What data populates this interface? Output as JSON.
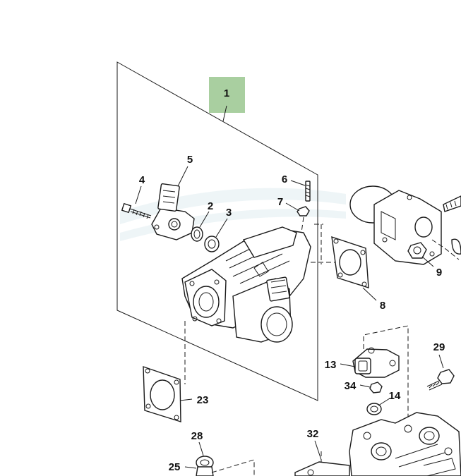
{
  "diagram": {
    "highlight_color": "#a9cfa0",
    "callouts": [
      {
        "id": "c1",
        "label": "1"
      },
      {
        "id": "c2",
        "label": "2"
      },
      {
        "id": "c3",
        "label": "3"
      },
      {
        "id": "c4",
        "label": "4"
      },
      {
        "id": "c5",
        "label": "5"
      },
      {
        "id": "c6",
        "label": "6"
      },
      {
        "id": "c7",
        "label": "7"
      },
      {
        "id": "c8",
        "label": "8"
      },
      {
        "id": "c9",
        "label": "9"
      },
      {
        "id": "c13",
        "label": "13"
      },
      {
        "id": "c14",
        "label": "14"
      },
      {
        "id": "c23",
        "label": "23"
      },
      {
        "id": "c25",
        "label": "25"
      },
      {
        "id": "c28",
        "label": "28"
      },
      {
        "id": "c29",
        "label": "29"
      },
      {
        "id": "c32",
        "label": "32"
      },
      {
        "id": "c34",
        "label": "34"
      }
    ]
  }
}
